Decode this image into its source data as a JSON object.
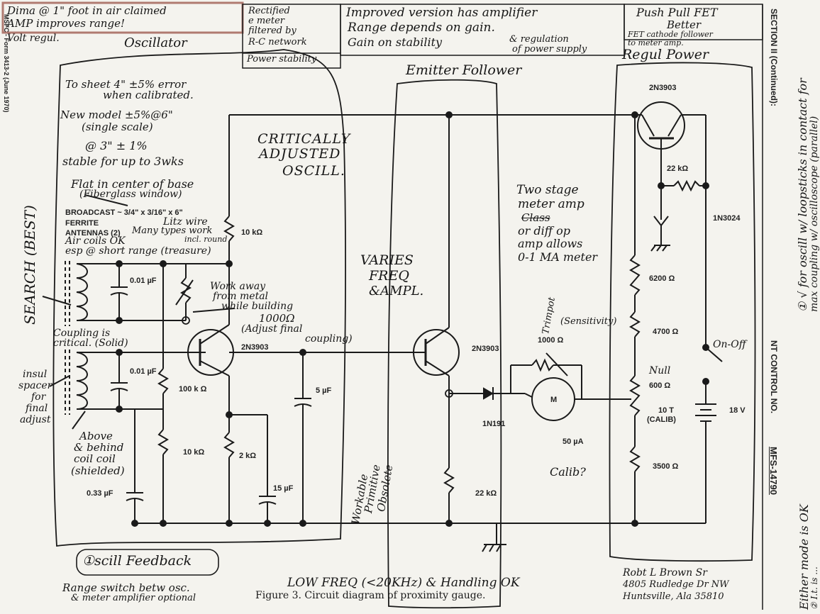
{
  "notes": {
    "top_box_1": "Dima @ 1\" foot in air claimed",
    "top_box_2": "AMP improves range!",
    "volt_regul": "Volt regul.",
    "oscillator": "Oscillator",
    "rectified_1": "Rectified",
    "rectified_2": "e meter",
    "rectified_3": "filtered by",
    "rectified_4": "R-C network",
    "power_stability": "Power stability",
    "improved_1": "Improved version has amplifier",
    "improved_2": "Range depends on gain.",
    "improved_3": "Gain on stability",
    "improved_4": "& regulation",
    "improved_5": "of power supply",
    "pushpull_1": "Push Pull FET",
    "pushpull_2": "Better",
    "fet_note": "FET cathode follower",
    "fet_note_2": "to meter amp.",
    "regul_power": "Regul Power",
    "emitter_follower": "Emitter Follower",
    "sheet_1": "To sheet 4\" ±5% error",
    "sheet_2": "when calibrated.",
    "new_model_1": "New model ±5%@6\"",
    "new_model_2": "(single scale)",
    "at3_1": "@ 3\" ± 1%",
    "at3_2": "stable for up to 3wks",
    "critically_1": "CRITICALLY",
    "critically_2": "ADJUSTED",
    "critically_3": "OSCILL.",
    "flat_1": "Flat in center of base",
    "flat_2": "(Fiberglass window)",
    "broadcast": "BROADCAST ~ 3/4\" x 3/16\" x 6\"",
    "ferrite": "FERRITE",
    "litz": "Litz wire",
    "antennas": "ANTENNAS (2)",
    "many_types": "Many types work",
    "incl_round": "incl. round",
    "air_coils": "Air coils OK",
    "esp_short": "esp @ short range (treasure)",
    "search_best": "SEARCH (BEST)",
    "work_away_1": "Work away",
    "work_away_2": "from metal",
    "work_away_3": "while building",
    "ohm1000": "1000Ω",
    "adjust_final_1": "(Adjust final",
    "adjust_final_2": "coupling)",
    "coupling_1": "Coupling is",
    "coupling_2": "critical. (Solid)",
    "insul_1": "insul",
    "insul_2": "spacer",
    "insul_3": "for",
    "insul_4": "final",
    "insul_5": "adjust",
    "above_1": "Above",
    "above_2": "& behind",
    "above_3": "coil coil",
    "above_4": "(shielded)",
    "two_stage_1": "Two stage",
    "two_stage_2": "meter amp",
    "two_stage_3": "Class",
    "two_stage_4": "or diff op",
    "two_stage_5": "amp allows",
    "two_stage_6": "0-1 MA meter",
    "varies_1": "VARIES",
    "varies_2": "FREQ",
    "varies_3": "&AMPL.",
    "trimpot": "Trimpot",
    "sensitivity": "(Sensitivity)",
    "on_off": "On-Off",
    "calib_q": "Calib?",
    "workable_1": "Workable",
    "workable_2": "Primitive",
    "workable_3": "Obsolete",
    "oscill_feedback": "①scill Feedback",
    "range_switch_1": "Range switch betw osc.",
    "range_switch_2": "& meter amplifier optional",
    "low_freq": "LOW FREQ (<20KHz) & Handling OK",
    "author_1": "Robt L Brown Sr",
    "author_2": "4805 Rudledge Dr NW",
    "author_3": "Huntsville, Ala 35810",
    "right_note_1": "① √ for oscill w/ loopsticks in contact for",
    "right_note_2": "max coupling w/ oscilloscope (parallel)",
    "right_note_3": "Either mode is OK",
    "right_note_4": "② I.t. is ..."
  },
  "typed": {
    "q1": "2N3903",
    "q2": "2N3903",
    "q3": "2N3903",
    "r22k": "22 kΩ",
    "zener": "1N3024",
    "r10k": "10 kΩ",
    "c001a": "0.01 µF",
    "c001b": "0.01 µF",
    "r100k": "100 k Ω",
    "r10k_b": "10 kΩ",
    "r2k": "2 kΩ",
    "c5u": "5 µF",
    "c15u": "15 µF",
    "c033": "0.33 µF",
    "diode": "1N191",
    "r22k_b": "22 kΩ",
    "pot1000": "1000 Ω",
    "meter_m": "M",
    "meter_ua": "50 µA",
    "r6200": "6200 Ω",
    "r4700": "4700 Ω",
    "null_label": "Null",
    "r600": "600 Ω",
    "turns": "10 T",
    "calib": "(CALIB)",
    "r3500": "3500 Ω",
    "batt": "18 V",
    "figure_caption": "Figure 3.  Circuit diagram of proximity gauge.",
    "section_label": "SECTION II (Continued):",
    "control_no": "NT CONTROL NO.",
    "mfs": "MFS-14790",
    "form_no": "MSFC - Form 3413-2 (June 1970)"
  }
}
